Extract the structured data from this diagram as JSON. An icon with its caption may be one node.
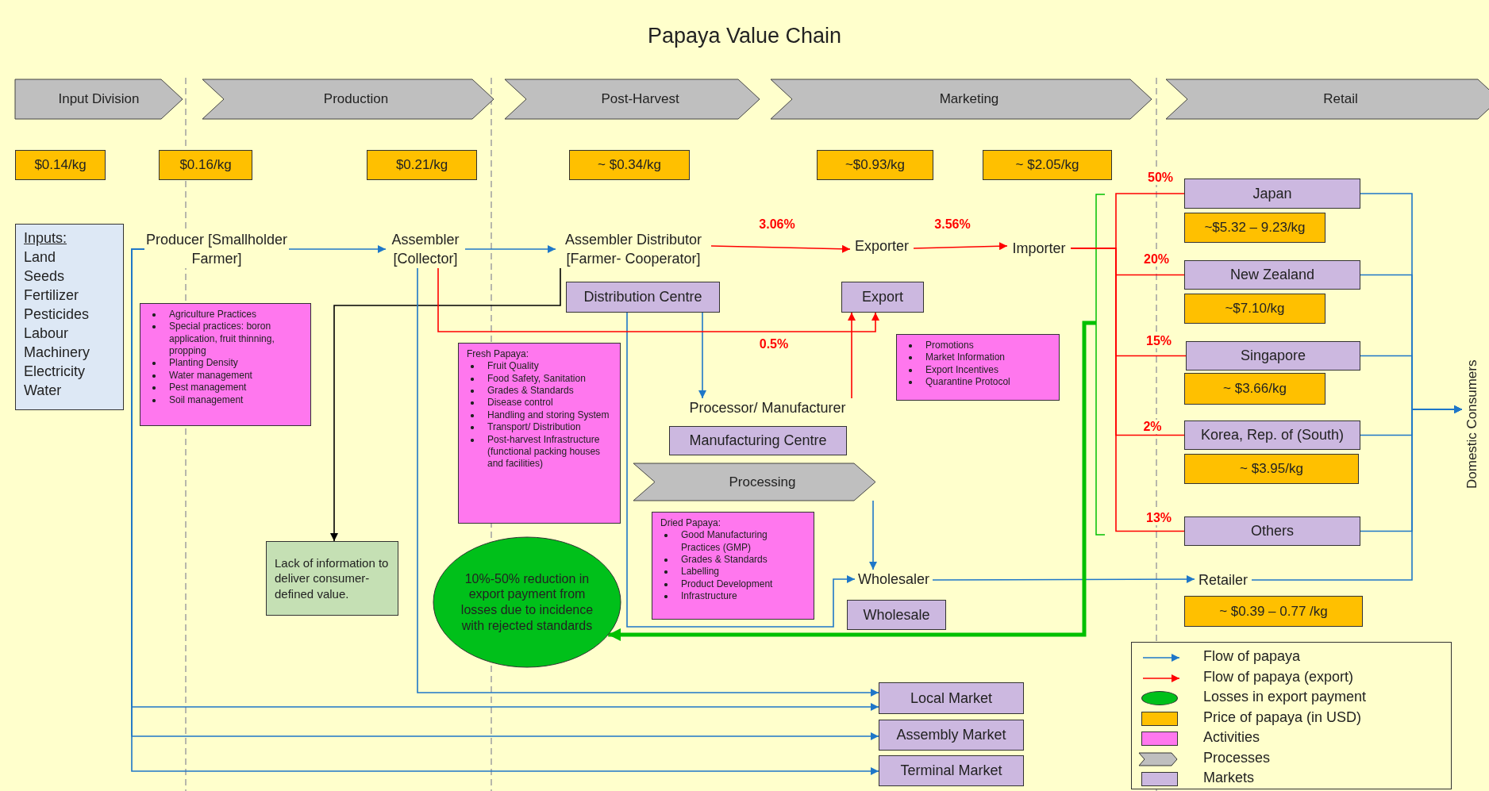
{
  "diagram": {
    "title": "Papaya Value Chain",
    "nodes": [
      {
        "text": [
          "Input Division"
        ]
      },
      {
        "text": [
          "Production"
        ]
      },
      {
        "text": [
          "Post-Harvest"
        ]
      },
      {
        "text": [
          "Marketing"
        ]
      },
      {
        "text": [
          "Retail"
        ]
      },
      {
        "text": [
          "$0.14/kg"
        ]
      },
      {
        "text": [
          "$0.16/kg"
        ]
      },
      {
        "text": [
          "$0.21/kg"
        ]
      },
      {
        "text": [
          "~ $0.34/kg"
        ]
      },
      {
        "text": [
          "~$0.93/kg"
        ]
      },
      {
        "text": [
          "~ $2.05/kg"
        ]
      },
      {
        "text": [
          "Inputs:",
          "Land",
          "Seeds",
          "Fertilizer",
          "Pesticides",
          "Labour",
          "Machinery",
          "Electricity",
          "Water"
        ]
      },
      {
        "text": [
          "Producer [Smallholder Farmer]"
        ]
      },
      {
        "text": [
          "Assembler [Collector]"
        ]
      },
      {
        "text": [
          "Assembler Distributor [Farmer- Cooperator]"
        ]
      },
      {
        "text": [
          "Exporter"
        ]
      },
      {
        "text": [
          "Importer"
        ]
      },
      {
        "text": [
          "Japan"
        ]
      },
      {
        "text": [
          "~$5.32 – 9.23/kg"
        ]
      },
      {
        "text": [
          "New Zealand"
        ]
      },
      {
        "text": [
          "~$7.10/kg"
        ]
      },
      {
        "text": [
          "Singapore"
        ]
      },
      {
        "text": [
          "~ $3.66/kg"
        ]
      },
      {
        "text": [
          "Korea, Rep. of (South)"
        ]
      },
      {
        "text": [
          "~ $3.95/kg"
        ]
      },
      {
        "text": [
          "Others"
        ]
      },
      {
        "text": [
          "Domestic Consumers"
        ]
      },
      {
        "text": [
          "Agriculture Practices",
          "Special practices: boron application, fruit thinning, propping",
          "Planting Density",
          "Water management",
          "Pest management",
          "Soil management"
        ]
      },
      {
        "text": [
          "Distribution Centre"
        ]
      },
      {
        "text": [
          "Fresh Papaya:",
          "Fruit Quality",
          "Food Safety, Sanitation",
          "Grades & Standards",
          "Disease control",
          "Handling and storing System",
          "Transport/ Distribution",
          "Post-harvest Infrastructure (functional packing houses and facilities)"
        ]
      },
      {
        "text": [
          "Export"
        ]
      },
      {
        "text": [
          "Promotions",
          "Market Information",
          "Export Incentives",
          "Quarantine Protocol"
        ]
      },
      {
        "text": [
          "Processor/ Manufacturer"
        ]
      },
      {
        "text": [
          "Manufacturing Centre"
        ]
      },
      {
        "text": [
          "Processing"
        ]
      },
      {
        "text": [
          "Dried Papaya:",
          "Good Manufacturing Practices (GMP)",
          "Grades & Standards",
          "Labelling",
          "Product Development",
          "Infrastructure"
        ]
      },
      {
        "text": [
          "Wholesaler"
        ]
      },
      {
        "text": [
          "Wholesale"
        ]
      },
      {
        "text": [
          "Retailer"
        ]
      },
      {
        "text": [
          "~ $0.39 – 0.77 /kg"
        ]
      },
      {
        "text": [
          "Lack of information to deliver consumer-defined value."
        ]
      },
      {
        "text": [
          "10%-50% reduction in export payment from losses due to incidence with rejected standards"
        ]
      },
      {
        "text": [
          "Local Market"
        ]
      },
      {
        "text": [
          "Assembly Market"
        ]
      },
      {
        "text": [
          "Terminal Market"
        ]
      }
    ],
    "edges": [
      {
        "from": 12,
        "to": 13,
        "arrow": "to"
      },
      {
        "from": 13,
        "to": 14,
        "arrow": "to"
      },
      {
        "from": 14,
        "to": 15,
        "arrow": "to",
        "label": "3.06%",
        "color": "#ff0000"
      },
      {
        "from": 15,
        "to": 16,
        "arrow": "to",
        "label": "3.56%",
        "color": "#ff0000"
      },
      {
        "from": 16,
        "to": 17,
        "arrow": "none",
        "label": "50%",
        "color": "#ff0000"
      },
      {
        "from": 16,
        "to": 19,
        "arrow": "none",
        "label": "20%",
        "color": "#ff0000"
      },
      {
        "from": 16,
        "to": 21,
        "arrow": "none",
        "label": "15%",
        "color": "#ff0000"
      },
      {
        "from": 16,
        "to": 23,
        "arrow": "none",
        "label": "2%",
        "color": "#ff0000"
      },
      {
        "from": 16,
        "to": 25,
        "arrow": "none",
        "label": "13%",
        "color": "#ff0000"
      },
      {
        "from": 17,
        "to": 26,
        "arrow": "to"
      },
      {
        "from": 19,
        "to": 26,
        "arrow": "to"
      },
      {
        "from": 21,
        "to": 26,
        "arrow": "to"
      },
      {
        "from": 23,
        "to": 26,
        "arrow": "to"
      },
      {
        "from": 25,
        "to": 26,
        "arrow": "to"
      },
      {
        "from": 38,
        "to": 26,
        "arrow": "to"
      },
      {
        "from": 14,
        "to": 40,
        "arrow": "to",
        "color": "#000000"
      },
      {
        "from": 28,
        "to": 32,
        "arrow": "to"
      },
      {
        "from": 28,
        "to": 36,
        "arrow": "to"
      },
      {
        "from": 34,
        "to": 36,
        "arrow": "to"
      },
      {
        "from": 36,
        "to": 38,
        "arrow": "to"
      },
      {
        "from": 13,
        "to": 30,
        "arrow": "to",
        "label": "0.5%",
        "color": "#ff0000"
      },
      {
        "from": 32,
        "to": 30,
        "arrow": "to",
        "color": "#ff0000"
      },
      {
        "from": null,
        "to": 41,
        "arrow": "to",
        "style": "thick",
        "color": "#00c000"
      },
      {
        "from": 12,
        "to": 42,
        "arrow": "to"
      },
      {
        "from": 12,
        "to": 43,
        "arrow": "to"
      },
      {
        "from": 12,
        "to": 44,
        "arrow": "to"
      },
      {
        "from": 13,
        "to": 42,
        "arrow": "to"
      }
    ],
    "legend": [
      {
        "text": "Flow of papaya"
      },
      {
        "text": "Flow of papaya (export)"
      },
      {
        "text": "Losses in export payment",
        "color": "#00c01a"
      },
      {
        "text": "Price of papaya (in USD)",
        "color": "#ffc000"
      },
      {
        "text": "Activities",
        "color": "#ff77ee"
      },
      {
        "text": "Processes"
      },
      {
        "text": "Markets",
        "color": "#ccb8e0"
      }
    ]
  }
}
